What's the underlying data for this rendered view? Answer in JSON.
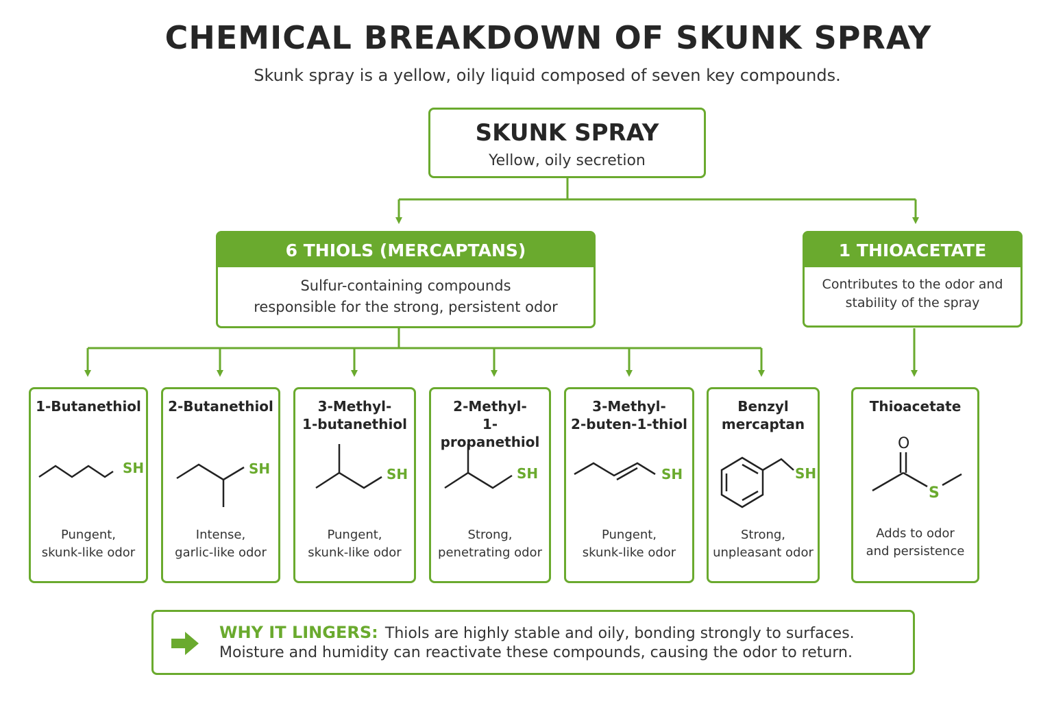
{
  "title": "CHEMICAL BREAKDOWN OF SKUNK SPRAY",
  "subtitle": "Skunk spray is a yellow, oily liquid composed of seven key compounds.",
  "root": {
    "title": "SKUNK SPRAY",
    "subtitle": "Yellow, oily secretion"
  },
  "categories": [
    {
      "title": "6 THIOLS (MERCAPTANS)",
      "desc_line1": "Sulfur-containing compounds",
      "desc_line2": "responsible for the strong, persistent odor"
    },
    {
      "title": "1 THIOACETATE",
      "desc_line1": "Contributes to the odor and",
      "desc_line2": "stability of the spray"
    }
  ],
  "compounds": [
    {
      "name_line1": "1-Butanethiol",
      "name_line2": "",
      "desc_line1": "Pungent,",
      "desc_line2": "skunk-like odor",
      "group_label": "SH"
    },
    {
      "name_line1": "2-Butanethiol",
      "name_line2": "",
      "desc_line1": "Intense,",
      "desc_line2": "garlic-like odor",
      "group_label": "SH"
    },
    {
      "name_line1": "3-Methyl-",
      "name_line2": "1-butanethiol",
      "desc_line1": "Pungent,",
      "desc_line2": "skunk-like odor",
      "group_label": "SH"
    },
    {
      "name_line1": "2-Methyl-",
      "name_line2": "1-propanethiol",
      "desc_line1": "Strong,",
      "desc_line2": "penetrating odor",
      "group_label": "SH"
    },
    {
      "name_line1": "3-Methyl-",
      "name_line2": "2-buten-1-thiol",
      "desc_line1": "Pungent,",
      "desc_line2": "skunk-like odor",
      "group_label": "SH"
    },
    {
      "name_line1": "Benzyl",
      "name_line2": "mercaptan",
      "desc_line1": "Strong,",
      "desc_line2": "unpleasant odor",
      "group_label": "SH"
    },
    {
      "name_line1": "Thioacetate",
      "name_line2": "",
      "desc_line1": "Adds to odor",
      "desc_line2": "and persistence",
      "group_label": "S",
      "oxygen_label": "O"
    }
  ],
  "note": {
    "label": "WHY IT LINGERS:",
    "line1": "Thiols are highly stable and oily, bonding strongly to surfaces.",
    "line2": "Moisture and humidity can reactivate these compounds, causing the odor to return."
  },
  "colors": {
    "accent": "#6aaa2e",
    "text": "#2b2b2b",
    "bond": "#222222"
  }
}
